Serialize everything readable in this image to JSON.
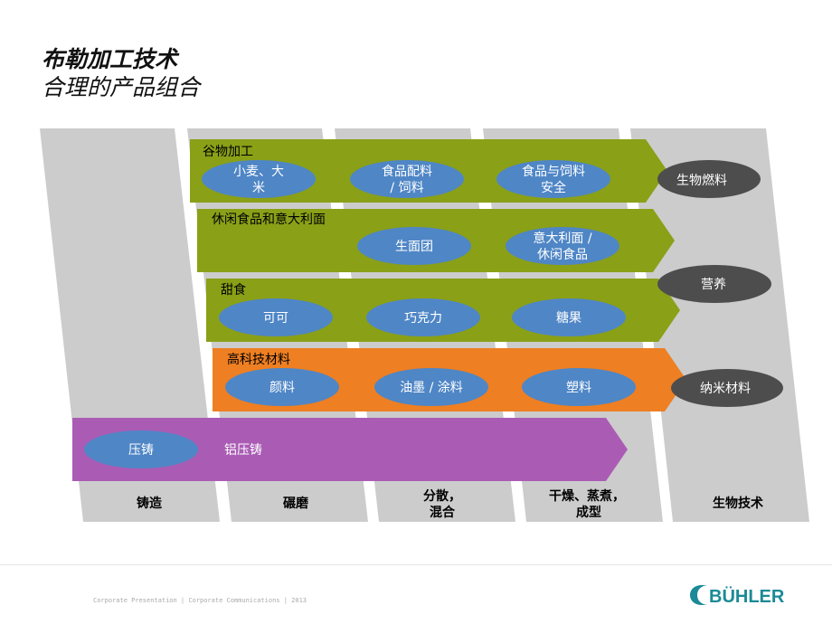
{
  "title": {
    "line1": "布勒加工技术",
    "line2": "合理的产品组合"
  },
  "columns": [
    "铸造",
    "碾磨",
    "分散，|混合",
    "干燥、蒸煮，|成型",
    "生物技术"
  ],
  "bands": [
    {
      "title": "谷物加工",
      "color": "#8aa017",
      "items": [
        "小麦、大|米",
        "食品配料|/ 饲料",
        "食品与饲料|安全"
      ]
    },
    {
      "title": "休闲食品和意大利面",
      "color": "#8aa017",
      "items": [
        "",
        "生面团",
        "意大利面 /|休闲食品"
      ]
    },
    {
      "title": "甜食",
      "color": "#8aa017",
      "items": [
        "可可",
        "巧克力",
        "糖果"
      ]
    },
    {
      "title": "高科技材料",
      "color": "#ee7f22",
      "items": [
        "颜料",
        "油墨 / 涂料",
        "塑料"
      ]
    },
    {
      "title": "铝压铸",
      "color": "#aa5cb5",
      "items": [
        "压铸"
      ]
    }
  ],
  "side_ellipses": [
    "生物燃料",
    "营养",
    "纳米材料"
  ],
  "footer": "Corporate Presentation  |  Corporate Communications  |  2013",
  "logo_text": "BÜHLER",
  "colors": {
    "ellipse_blue": "#4f86c6",
    "ellipse_dark": "#4d4d4d",
    "column_grey": "#cccccc",
    "logo_teal": "#1a8a96"
  }
}
